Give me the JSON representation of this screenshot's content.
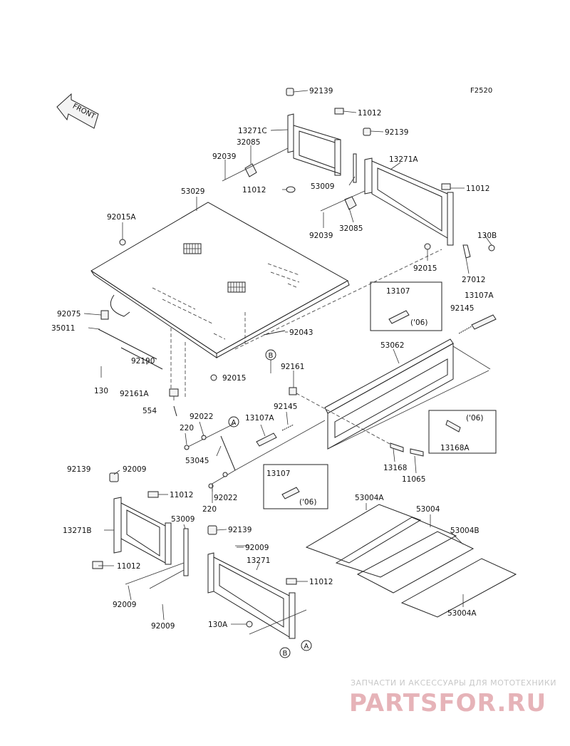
{
  "figure_code": "F2520",
  "front_label": "FRONT",
  "callouts": {
    "A": "A",
    "B": "B"
  },
  "year_note": "('06)",
  "parts": [
    "92139",
    "11012",
    "13271C",
    "92139",
    "32085",
    "92039",
    "13271A",
    "11012",
    "53009",
    "53029",
    "92039",
    "32085",
    "130B",
    "92015A",
    "92015",
    "27012",
    "13107",
    "13107A",
    "92145",
    "92075",
    "35011",
    "92043",
    "53062",
    "92161",
    "92015",
    "130",
    "92190",
    "92161A",
    "554",
    "92022",
    "220",
    "13107A",
    "92145",
    "53045",
    "13168",
    "11065",
    "13168A",
    "92139",
    "92009",
    "11012",
    "220",
    "92022",
    "13107",
    "53004A",
    "53004",
    "13271B",
    "53009",
    "92139",
    "92009",
    "53004B",
    "11012",
    "13271",
    "11012",
    "92009",
    "92009",
    "130A",
    "53004A"
  ],
  "watermark": {
    "line1": "ЗАПЧАСТИ И АКСЕССУАРЫ ДЛЯ МОТОТЕХНИКИ",
    "line2": "PARTSFOR.RU"
  }
}
